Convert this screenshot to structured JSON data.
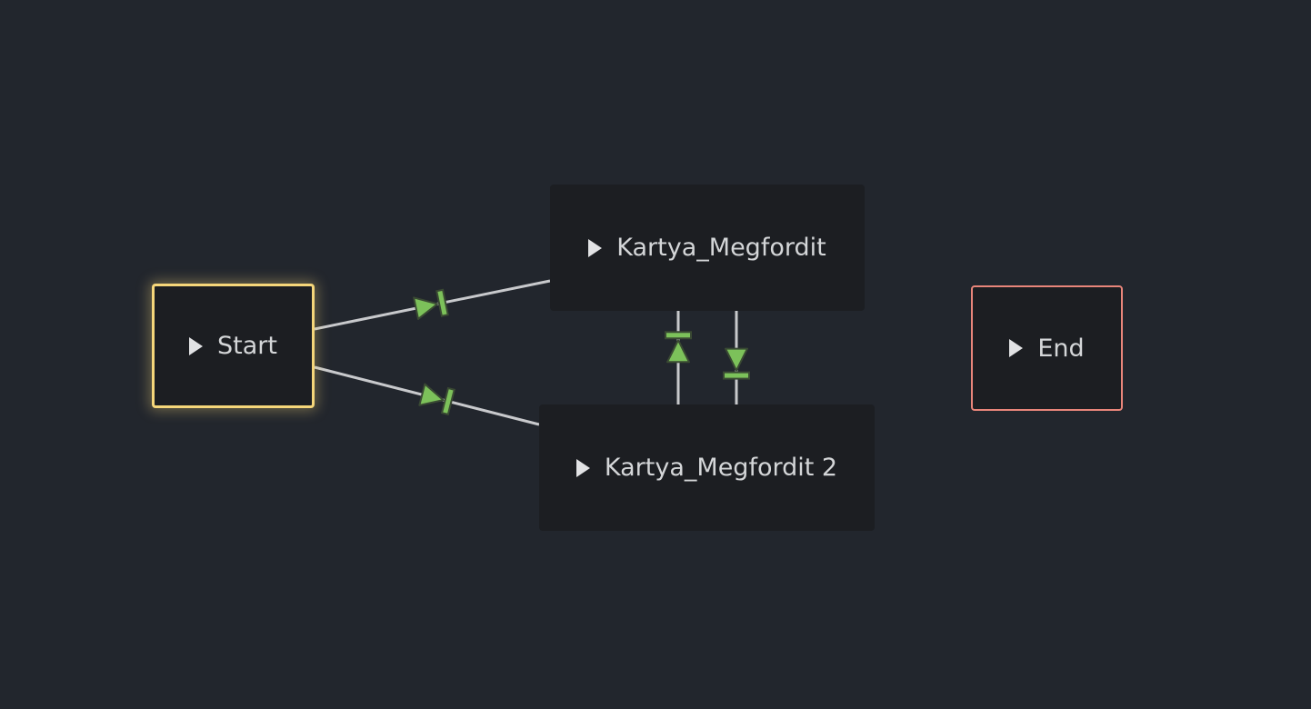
{
  "graph": {
    "nodes": [
      {
        "id": "start",
        "label": "Start",
        "icon": "play-icon",
        "state": "selected",
        "border_color": "#f5d67a"
      },
      {
        "id": "kartya1",
        "label": "Kartya_Megfordit",
        "icon": "play-icon"
      },
      {
        "id": "kartya2",
        "label": "Kartya_Megfordit 2",
        "icon": "play-icon"
      },
      {
        "id": "end",
        "label": "End",
        "icon": "play-icon",
        "border_color": "#e8857a"
      }
    ],
    "transitions": [
      {
        "from": "start",
        "to": "kartya1"
      },
      {
        "from": "start",
        "to": "kartya2"
      },
      {
        "from": "kartya2",
        "to": "kartya1"
      },
      {
        "from": "kartya1",
        "to": "kartya2"
      }
    ],
    "colors": {
      "background": "#22262d",
      "node_fill": "#1c1e22",
      "link": "#c8c9cc",
      "transition_marker": "#7cc15a",
      "text": "#d4d6d8"
    }
  }
}
